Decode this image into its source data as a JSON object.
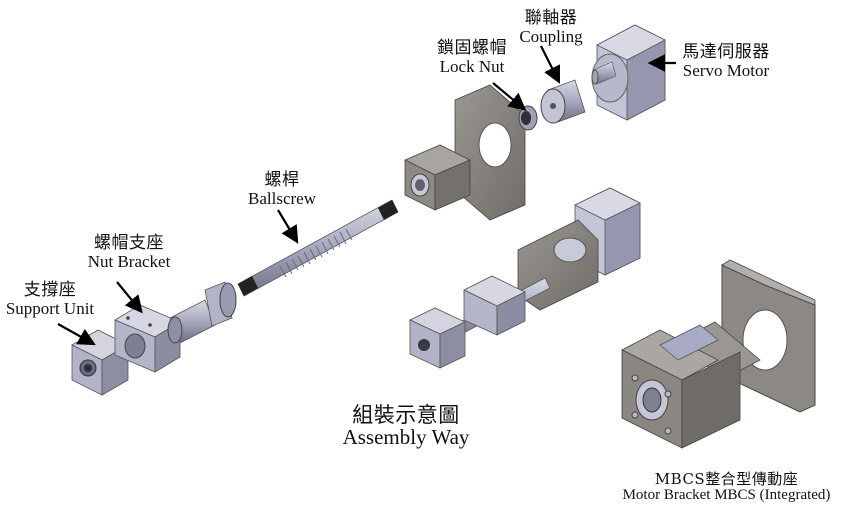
{
  "diagram": {
    "title": {
      "zh": "組裝示意圖",
      "en": "Assembly Way"
    },
    "parts": [
      {
        "id": "support-unit",
        "zh": "支撐座",
        "en": "Support Unit"
      },
      {
        "id": "nut-bracket",
        "zh": "螺帽支座",
        "en": "Nut Bracket"
      },
      {
        "id": "ballscrew",
        "zh": "螺桿",
        "en": "Ballscrew"
      },
      {
        "id": "lock-nut",
        "zh": "鎖固螺帽",
        "en": "Lock Nut"
      },
      {
        "id": "coupling",
        "zh": "聯軸器",
        "en": "Coupling"
      },
      {
        "id": "servo-motor",
        "zh": "馬達伺服器",
        "en": "Servo Motor"
      }
    ],
    "product": {
      "zh": "MBCS整合型傳動座",
      "en": "Motor Bracket MBCS (Integrated)"
    },
    "colors": {
      "metal_dark": "#7d7a76",
      "metal_light": "#c9c7c3",
      "steel_blue": "#a9aac4",
      "arrow": "#000000"
    }
  }
}
